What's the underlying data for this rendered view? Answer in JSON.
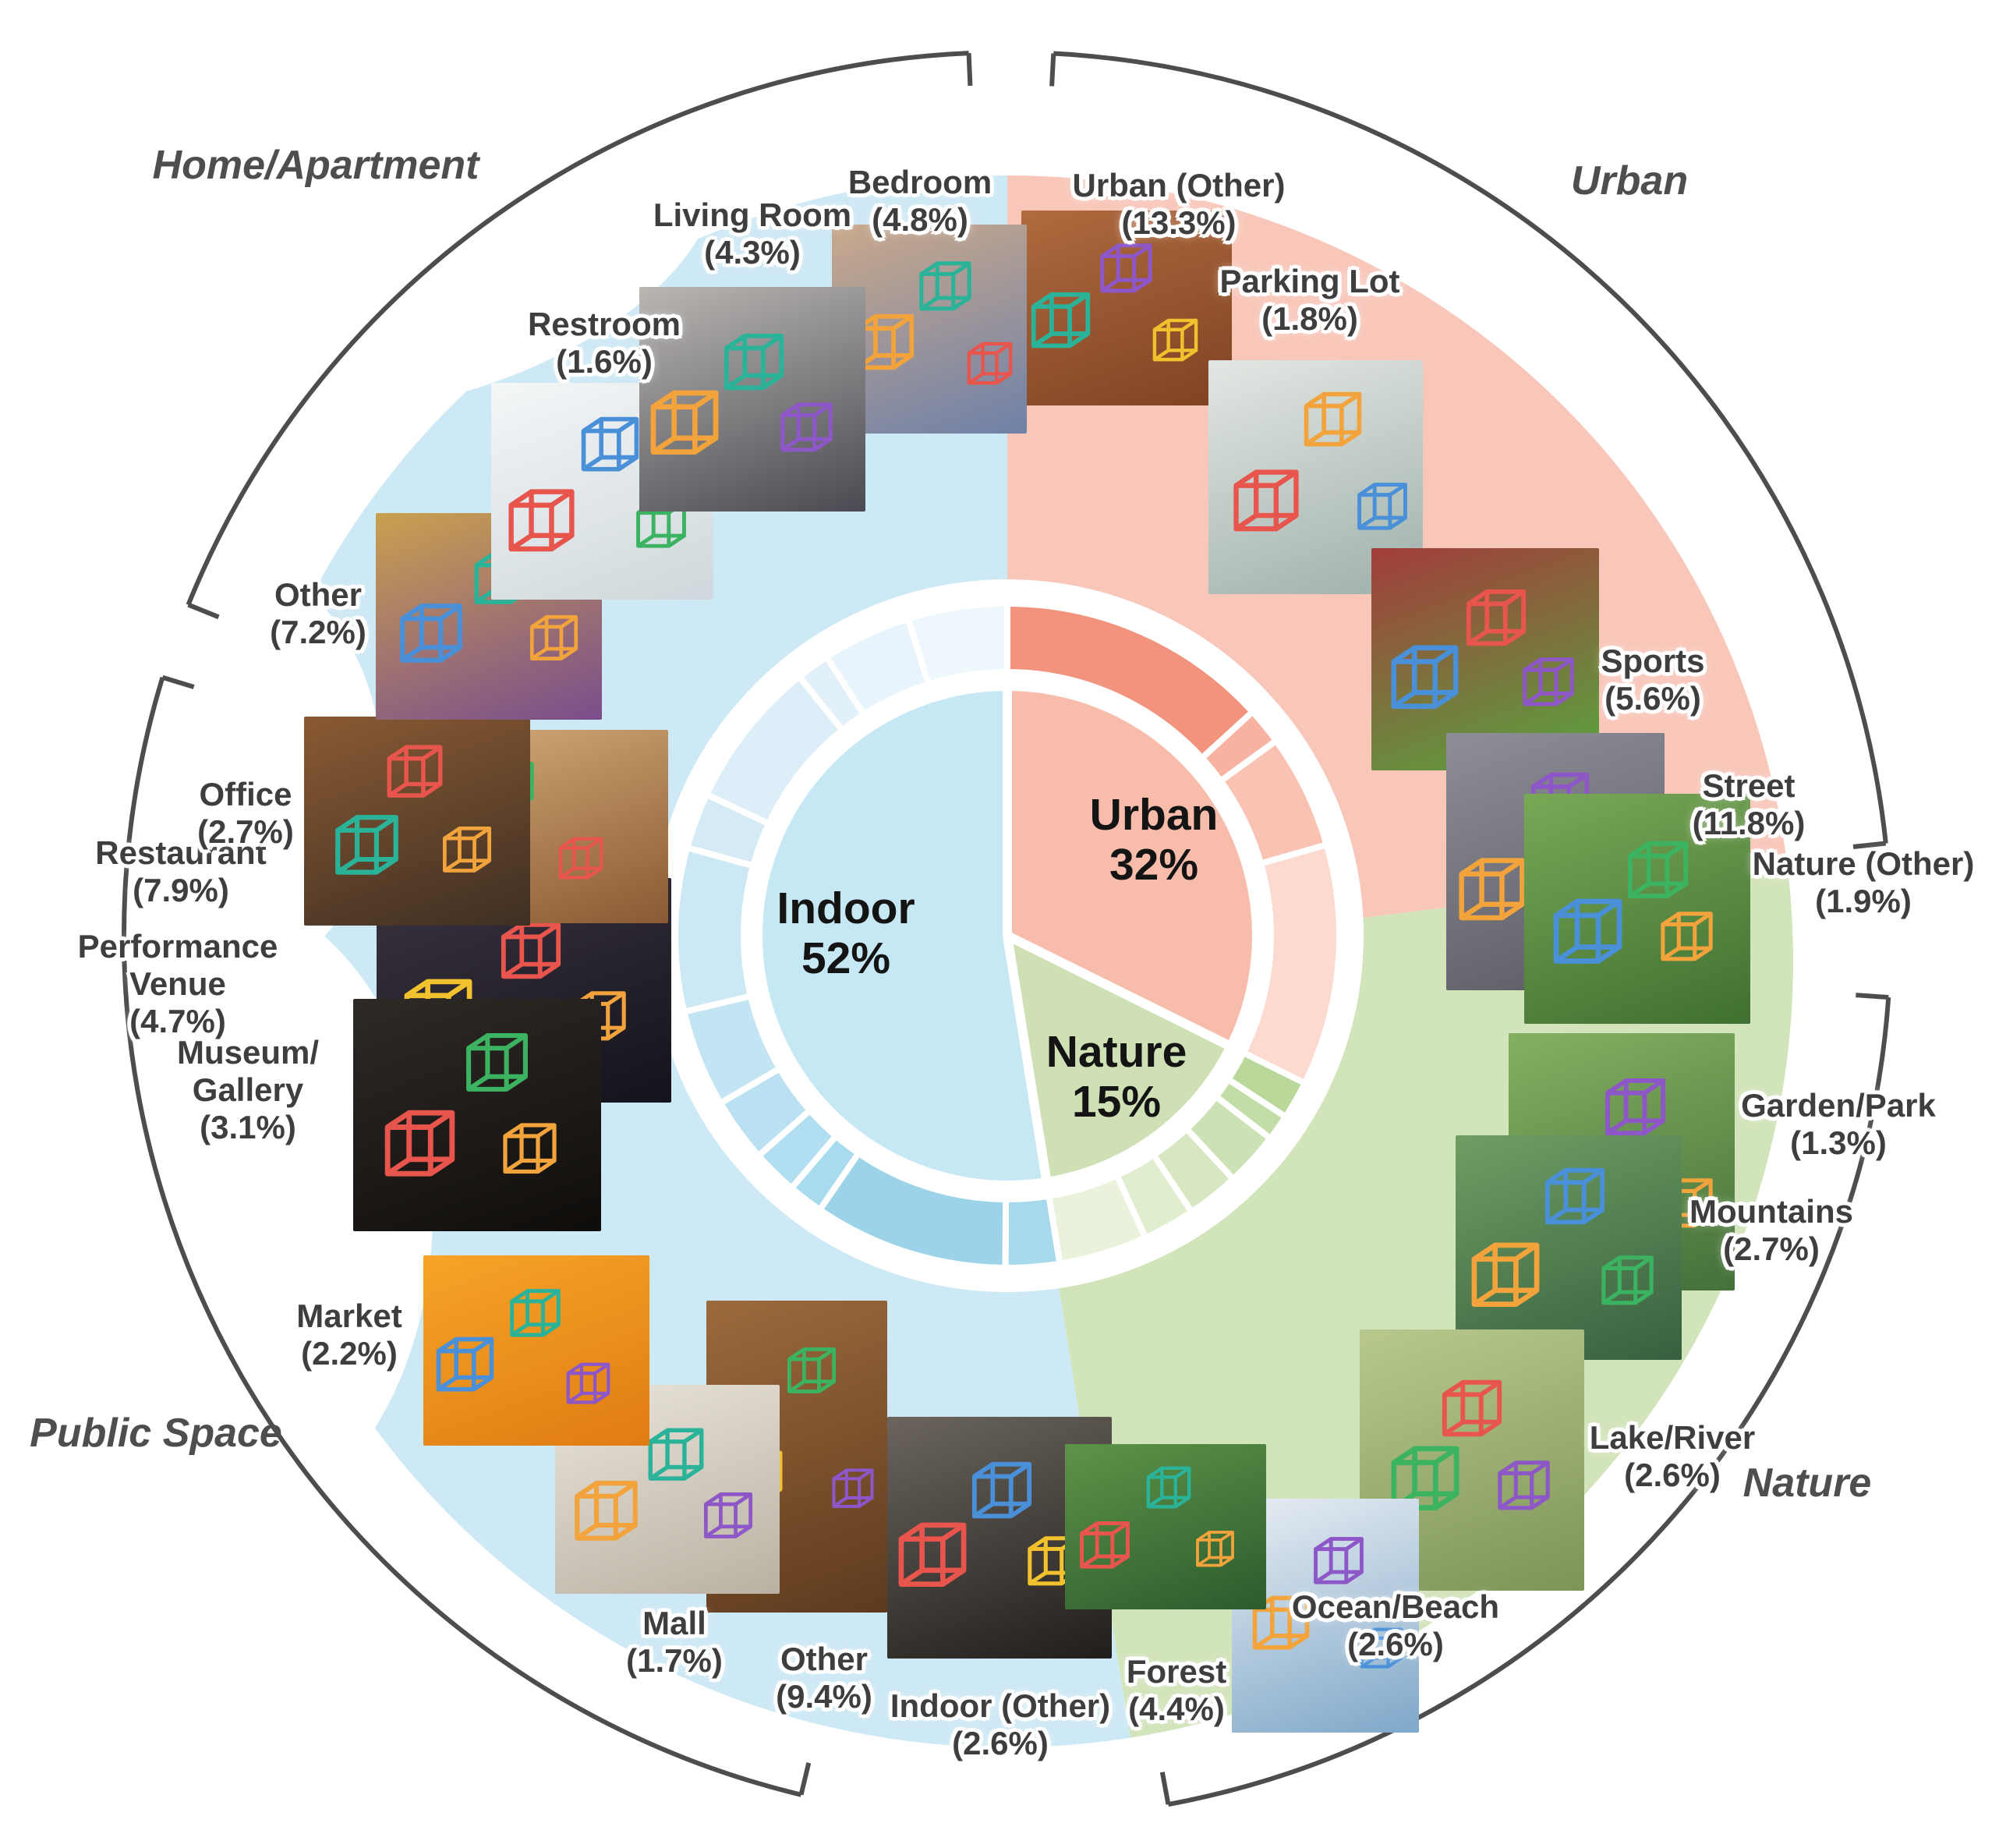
{
  "chart_data": {
    "type": "sunburst",
    "description": "Scene category distribution: inner pie of 3 super-categories, outer ring of sub-categories, example image thumbnails around the ring",
    "groups": [
      {
        "id": "urban",
        "name": "Urban",
        "pct": 32,
        "pct_label": "32%",
        "bg_color": "#f9c7ba",
        "pie_color": "#f8bcab",
        "children": [
          {
            "id": "urban-other",
            "lines": [
              "Urban (Other)"
            ],
            "pct": 13.3,
            "pct_label": "(13.3%)",
            "fill": "#f2937d",
            "img": {
              "g1": "#b06a3e",
              "g2": "#7e4322",
              "boxes": [
                "#2bb39a",
                "#8e57c7",
                "#f2c12e"
              ]
            }
          },
          {
            "id": "parking-lot",
            "lines": [
              "Parking Lot"
            ],
            "pct": 1.8,
            "pct_label": "(1.8%)",
            "fill": "#f7b2a1",
            "img": {
              "g1": "#e3e7e3",
              "g2": "#9fb0aa",
              "boxes": [
                "#e8554d",
                "#f2a33c",
                "#4a90d9"
              ]
            }
          },
          {
            "id": "sports",
            "lines": [
              "Sports"
            ],
            "pct": 5.6,
            "pct_label": "(5.6%)",
            "fill": "#f9c2b3",
            "img": {
              "g1": "#a33d3a",
              "g2": "#57a53f",
              "boxes": [
                "#4a90d9",
                "#e8554d",
                "#8e57c7"
              ]
            }
          },
          {
            "id": "street",
            "lines": [
              "Street"
            ],
            "pct": 11.8,
            "pct_label": "(11.8%)",
            "fill": "#fcdacf",
            "img": {
              "g1": "#8e8e96",
              "g2": "#5a5a62",
              "boxes": [
                "#f2a33c",
                "#8e57c7",
                "#4a90d9"
              ]
            }
          }
        ]
      },
      {
        "id": "nature",
        "name": "Nature",
        "pct": 15,
        "pct_label": "15%",
        "bg_color": "#d2e4ba",
        "pie_color": "#cfe0b4",
        "children": [
          {
            "id": "nature-other",
            "lines": [
              "Nature (Other)"
            ],
            "pct": 1.9,
            "pct_label": "(1.9%)",
            "fill": "#b9d89a",
            "img": {
              "g1": "#79a856",
              "g2": "#3f7031",
              "boxes": [
                "#4a90d9",
                "#3cb360",
                "#f2a33c"
              ]
            }
          },
          {
            "id": "garden-park",
            "lines": [
              "Garden/Park"
            ],
            "pct": 1.3,
            "pct_label": "(1.3%)",
            "fill": "#c3dda7",
            "img": {
              "g1": "#86b060",
              "g2": "#44703a",
              "boxes": [
                "#e8554d",
                "#8e57c7",
                "#f2a33c"
              ]
            }
          },
          {
            "id": "mountains",
            "lines": [
              "Mountains"
            ],
            "pct": 2.7,
            "pct_label": "(2.7%)",
            "fill": "#cde2b4",
            "img": {
              "g1": "#6f9e63",
              "g2": "#37603f",
              "boxes": [
                "#f2a33c",
                "#4a90d9",
                "#3cb360"
              ]
            }
          },
          {
            "id": "lake-river",
            "lines": [
              "Lake/River"
            ],
            "pct": 2.6,
            "pct_label": "(2.6%)",
            "fill": "#d7e7c2",
            "img": {
              "g1": "#b9c98e",
              "g2": "#7d9457",
              "boxes": [
                "#3cb360",
                "#e8554d",
                "#8e57c7"
              ]
            }
          },
          {
            "id": "ocean-beach",
            "lines": [
              "Ocean/Beach"
            ],
            "pct": 2.6,
            "pct_label": "(2.6%)",
            "fill": "#e0edcf",
            "img": {
              "g1": "#e8edf2",
              "g2": "#7fa8c9",
              "boxes": [
                "#f2a33c",
                "#8e57c7",
                "#4a90d9"
              ]
            }
          },
          {
            "id": "forest",
            "lines": [
              "Forest"
            ],
            "pct": 4.4,
            "pct_label": "(4.4%)",
            "fill": "#eaf2dc",
            "img": {
              "g1": "#5d9448",
              "g2": "#2c5b2e",
              "boxes": [
                "#e8554d",
                "#2bb39a",
                "#f2a33c"
              ]
            }
          }
        ]
      },
      {
        "id": "indoor",
        "name": "Indoor",
        "pct": 52,
        "pct_label": "52%",
        "bg_color": "#cde9f5",
        "pie_color": "#c6e7f4",
        "children": [
          {
            "id": "indoor-other",
            "lines": [
              "Indoor (Other)"
            ],
            "pct": 2.6,
            "pct_label": "(2.6%)",
            "fill": "#a6d9ec",
            "img": {
              "g1": "#6b655e",
              "g2": "#211d1a",
              "boxes": [
                "#e8554d",
                "#4a90d9",
                "#f2c12e"
              ]
            }
          },
          {
            "id": "other-b",
            "lines": [
              "Other"
            ],
            "pct": 9.4,
            "pct_label": "(9.4%)",
            "fill": "#9cd3e9",
            "img": {
              "g1": "#9c6a3c",
              "g2": "#5d3a1e",
              "boxes": [
                "#f2c12e",
                "#3cb360",
                "#8e57c7"
              ]
            }
          },
          {
            "id": "mall",
            "lines": [
              "Mall"
            ],
            "pct": 1.7,
            "pct_label": "(1.7%)",
            "fill": "#a8dbed",
            "img": {
              "g1": "#e9e4da",
              "g2": "#b9b2a4",
              "boxes": [
                "#f2a33c",
                "#2bb39a",
                "#8e57c7"
              ]
            }
          },
          {
            "id": "market",
            "lines": [
              "Market"
            ],
            "pct": 2.2,
            "pct_label": "(2.2%)",
            "fill": "#b1def0",
            "img": {
              "g1": "#f6a427",
              "g2": "#e07c14",
              "boxes": [
                "#4a90d9",
                "#2bb39a",
                "#8e57c7"
              ]
            }
          },
          {
            "id": "museum-gallery",
            "lines": [
              "Museum/",
              "Gallery"
            ],
            "pct": 3.1,
            "pct_label": "(3.1%)",
            "fill": "#bae1f1",
            "img": {
              "g1": "#2e2a26",
              "g2": "#0f0d0b",
              "boxes": [
                "#e8554d",
                "#3cb360",
                "#f2a33c"
              ]
            }
          },
          {
            "id": "performance-venue",
            "lines": [
              "Performance",
              "Venue"
            ],
            "pct": 4.7,
            "pct_label": "(4.7%)",
            "fill": "#c3e4f3",
            "img": {
              "g1": "#3a3440",
              "g2": "#14121a",
              "boxes": [
                "#f2c12e",
                "#e8554d",
                "#f2a33c"
              ]
            }
          },
          {
            "id": "restaurant",
            "lines": [
              "Restaurant"
            ],
            "pct": 7.9,
            "pct_label": "(7.9%)",
            "fill": "#cce8f4",
            "img": {
              "g1": "#d9b27c",
              "g2": "#8a5a33",
              "boxes": [
                "#8e57c7",
                "#3cb360",
                "#e8554d"
              ]
            }
          },
          {
            "id": "office",
            "lines": [
              "Office"
            ],
            "pct": 2.7,
            "pct_label": "(2.7%)",
            "fill": "#d4ebf6",
            "img": {
              "g1": "#8a5a33",
              "g2": "#3e2f23",
              "boxes": [
                "#2bb39a",
                "#e8554d",
                "#f2a33c"
              ]
            }
          },
          {
            "id": "other-a",
            "lines": [
              "Other"
            ],
            "pct": 7.2,
            "pct_label": "(7.2%)",
            "fill": "#dceef7",
            "img": {
              "g1": "#caa04f",
              "g2": "#7a4d8c",
              "boxes": [
                "#4a90d9",
                "#2bb39a",
                "#f2a33c"
              ]
            }
          },
          {
            "id": "restroom",
            "lines": [
              "Restroom"
            ],
            "pct": 1.6,
            "pct_label": "(1.6%)",
            "fill": "#e2f1f9",
            "img": {
              "g1": "#f4f6f7",
              "g2": "#cfd8dc",
              "boxes": [
                "#e8554d",
                "#4a90d9",
                "#3cb360"
              ]
            }
          },
          {
            "id": "living-room",
            "lines": [
              "Living Room"
            ],
            "pct": 4.3,
            "pct_label": "(4.3%)",
            "fill": "#e8f4fb",
            "img": {
              "g1": "#b9b6b2",
              "g2": "#4a4a52",
              "boxes": [
                "#f2a33c",
                "#2bb39a",
                "#8e57c7"
              ]
            }
          },
          {
            "id": "bedroom",
            "lines": [
              "Bedroom"
            ],
            "pct": 4.8,
            "pct_label": "(4.8%)",
            "fill": "#edf7fc",
            "img": {
              "g1": "#caa98c",
              "g2": "#6f81a8",
              "boxes": [
                "#f2a33c",
                "#2bb39a",
                "#e8554d"
              ]
            }
          }
        ]
      }
    ],
    "outer_arc_labels": [
      {
        "id": "home-apartment",
        "label": "Home/Apartment"
      },
      {
        "id": "urban",
        "label": "Urban"
      },
      {
        "id": "nature",
        "label": "Nature"
      },
      {
        "id": "public-space",
        "label": "Public Space"
      }
    ],
    "layout_hints": {
      "pie_start": "12 o'clock, clockwise",
      "ring_order": "Urban, Nature, Indoor",
      "bracket_color": "#4d4d4d"
    }
  }
}
